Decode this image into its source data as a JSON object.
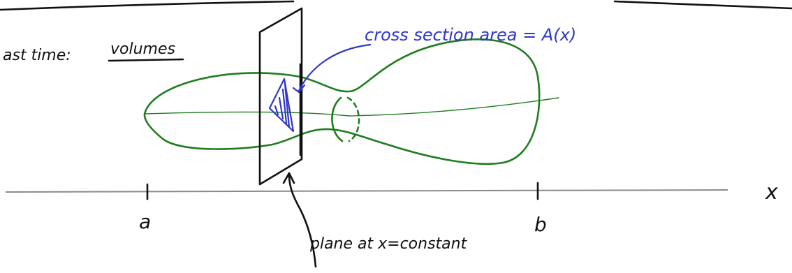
{
  "heading": {
    "prefix": "ast time:",
    "topic": "volumes"
  },
  "annotations": {
    "cross_section": "cross section area = A(x)",
    "plane": "plane at x=constant"
  },
  "axis": {
    "variable": "x",
    "left_bound": "a",
    "right_bound": "b"
  },
  "colors": {
    "ink": "#111111",
    "solid": "#1e7d1e",
    "cross_section": "#2f37c8",
    "axis": "#8a8a8a"
  }
}
